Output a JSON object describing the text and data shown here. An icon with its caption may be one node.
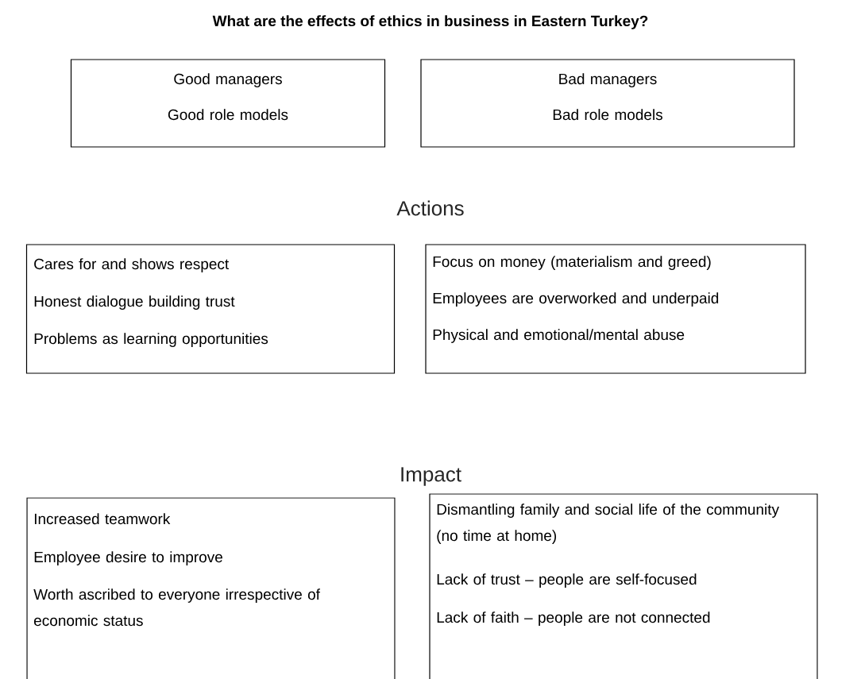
{
  "diagram": {
    "title": "What are the effects of ethics in business in Eastern Turkey?",
    "nodes": [
      {
        "text": [
          "Good managers",
          "Good role models"
        ]
      },
      {
        "text": [
          "Bad managers",
          "Bad role models"
        ]
      },
      {
        "text": [
          "Cares for and shows respect",
          "Honest dialogue building trust",
          "Problems as learning opportunities"
        ]
      },
      {
        "text": [
          "Focus on money (materialism and greed)",
          "Employees are overworked and underpaid",
          "Physical and emotional/mental abuse"
        ]
      },
      {
        "text": [
          "Increased teamwork",
          "Employee desire to improve",
          "Worth ascribed to everyone irrespective of economic status"
        ]
      },
      {
        "text": [
          "Dismantling family and social life of the community (no time at home)",
          "Lack of trust – people are self-focused",
          "Lack of faith – people are not connected"
        ]
      }
    ],
    "labels": [
      "Actions",
      "Impact"
    ]
  }
}
